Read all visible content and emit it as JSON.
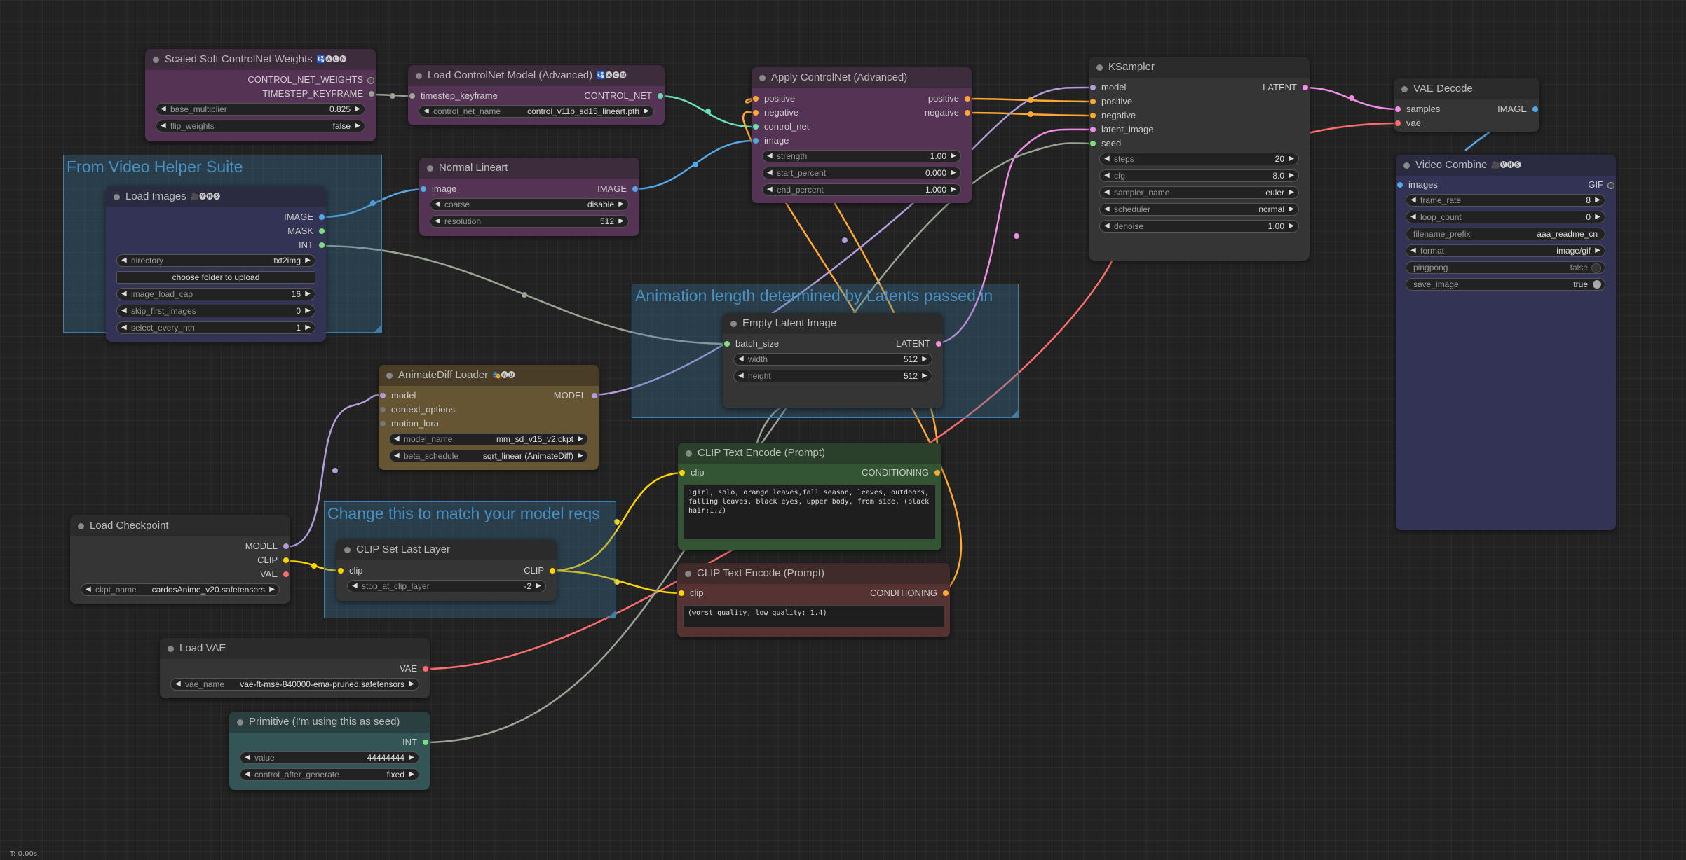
{
  "status_text": "T: 0.00s",
  "groups": {
    "video_helper": "From Video Helper Suite",
    "animation_length": "Animation length determined by Latents passed in",
    "model_reqs": "Change this to match your model reqs"
  },
  "nodes": {
    "scaled_soft": {
      "title": "Scaled Soft ControlNet Weights",
      "badge": "🛂🅐🅒🅝",
      "outputs": [
        "CONTROL_NET_WEIGHTS",
        "TIMESTEP_KEYFRAME"
      ],
      "widgets": [
        {
          "label": "base_multiplier",
          "value": "0.825"
        },
        {
          "label": "flip_weights",
          "value": "false"
        }
      ]
    },
    "load_controlnet": {
      "title": "Load ControlNet Model (Advanced)",
      "badge": "🛂🅐🅒🅝",
      "inputs": [
        "timestep_keyframe"
      ],
      "outputs": [
        "CONTROL_NET"
      ],
      "widgets": [
        {
          "label": "control_net_name",
          "value": "control_v11p_sd15_lineart.pth"
        }
      ]
    },
    "apply_controlnet": {
      "title": "Apply ControlNet (Advanced)",
      "inputs": [
        "positive",
        "negative",
        "control_net",
        "image"
      ],
      "outputs": [
        "positive",
        "negative"
      ],
      "widgets": [
        {
          "label": "strength",
          "value": "1.00"
        },
        {
          "label": "start_percent",
          "value": "0.000"
        },
        {
          "label": "end_percent",
          "value": "1.000"
        }
      ]
    },
    "ksampler": {
      "title": "KSampler",
      "inputs": [
        "model",
        "positive",
        "negative",
        "latent_image",
        "seed"
      ],
      "outputs": [
        "LATENT"
      ],
      "widgets": [
        {
          "label": "steps",
          "value": "20"
        },
        {
          "label": "cfg",
          "value": "8.0"
        },
        {
          "label": "sampler_name",
          "value": "euler"
        },
        {
          "label": "scheduler",
          "value": "normal"
        },
        {
          "label": "denoise",
          "value": "1.00"
        }
      ]
    },
    "vae_decode": {
      "title": "VAE Decode",
      "inputs": [
        "samples",
        "vae"
      ],
      "outputs": [
        "IMAGE"
      ]
    },
    "video_combine": {
      "title": "Video Combine",
      "badge": "🎥🅥🅗🅢",
      "inputs": [
        "images"
      ],
      "outputs": [
        "GIF"
      ],
      "widgets": [
        {
          "label": "frame_rate",
          "value": "8"
        },
        {
          "label": "loop_count",
          "value": "0"
        },
        {
          "label": "filename_prefix",
          "value": "aaa_readme_cn"
        },
        {
          "label": "format",
          "value": "image/gif"
        },
        {
          "label": "pingpong",
          "value": "false"
        },
        {
          "label": "save_image",
          "value": "true"
        }
      ]
    },
    "load_images": {
      "title": "Load Images",
      "badge": "🎥🅥🅗🅢",
      "outputs": [
        "IMAGE",
        "MASK",
        "INT"
      ],
      "widgets": [
        {
          "label": "directory",
          "value": "txt2img"
        },
        {
          "label": "image_load_cap",
          "value": "16"
        },
        {
          "label": "skip_first_images",
          "value": "0"
        },
        {
          "label": "select_every_nth",
          "value": "1"
        }
      ],
      "upload_button": "choose folder to upload"
    },
    "normal_lineart": {
      "title": "Normal Lineart",
      "inputs": [
        "image"
      ],
      "outputs": [
        "IMAGE"
      ],
      "widgets": [
        {
          "label": "coarse",
          "value": "disable"
        },
        {
          "label": "resolution",
          "value": "512"
        }
      ]
    },
    "empty_latent": {
      "title": "Empty Latent Image",
      "inputs": [
        "batch_size"
      ],
      "outputs": [
        "LATENT"
      ],
      "widgets": [
        {
          "label": "width",
          "value": "512"
        },
        {
          "label": "height",
          "value": "512"
        }
      ]
    },
    "animatediff": {
      "title": "AnimateDiff Loader",
      "badge": "🎭🅐🅓",
      "inputs": [
        "model",
        "context_options",
        "motion_lora"
      ],
      "outputs": [
        "MODEL"
      ],
      "widgets": [
        {
          "label": "model_name",
          "value": "mm_sd_v15_v2.ckpt"
        },
        {
          "label": "beta_schedule",
          "value": "sqrt_linear (AnimateDiff)"
        }
      ]
    },
    "clip_pos": {
      "title": "CLIP Text Encode (Prompt)",
      "inputs": [
        "clip"
      ],
      "outputs": [
        "CONDITIONING"
      ],
      "text": "1girl, solo, orange leaves,fall season, leaves, outdoors, falling leaves, black eyes, upper body, from side, (black hair:1.2)"
    },
    "clip_neg": {
      "title": "CLIP Text Encode (Prompt)",
      "inputs": [
        "clip"
      ],
      "outputs": [
        "CONDITIONING"
      ],
      "text": "(worst quality, low quality: 1.4)"
    },
    "load_checkpoint": {
      "title": "Load Checkpoint",
      "outputs": [
        "MODEL",
        "CLIP",
        "VAE"
      ],
      "widgets": [
        {
          "label": "ckpt_name",
          "value": "cardosAnime_v20.safetensors"
        }
      ]
    },
    "clip_set_last": {
      "title": "CLIP Set Last Layer",
      "inputs": [
        "clip"
      ],
      "outputs": [
        "CLIP"
      ],
      "widgets": [
        {
          "label": "stop_at_clip_layer",
          "value": "-2"
        }
      ]
    },
    "load_vae": {
      "title": "Load VAE",
      "outputs": [
        "VAE"
      ],
      "widgets": [
        {
          "label": "vae_name",
          "value": "vae-ft-mse-840000-ema-pruned.safetensors"
        }
      ]
    },
    "primitive": {
      "title": "Primitive (I'm using this as seed)",
      "outputs": [
        "INT"
      ],
      "widgets": [
        {
          "label": "value",
          "value": "44444444"
        },
        {
          "label": "control_after_generate",
          "value": "fixed"
        }
      ]
    }
  }
}
